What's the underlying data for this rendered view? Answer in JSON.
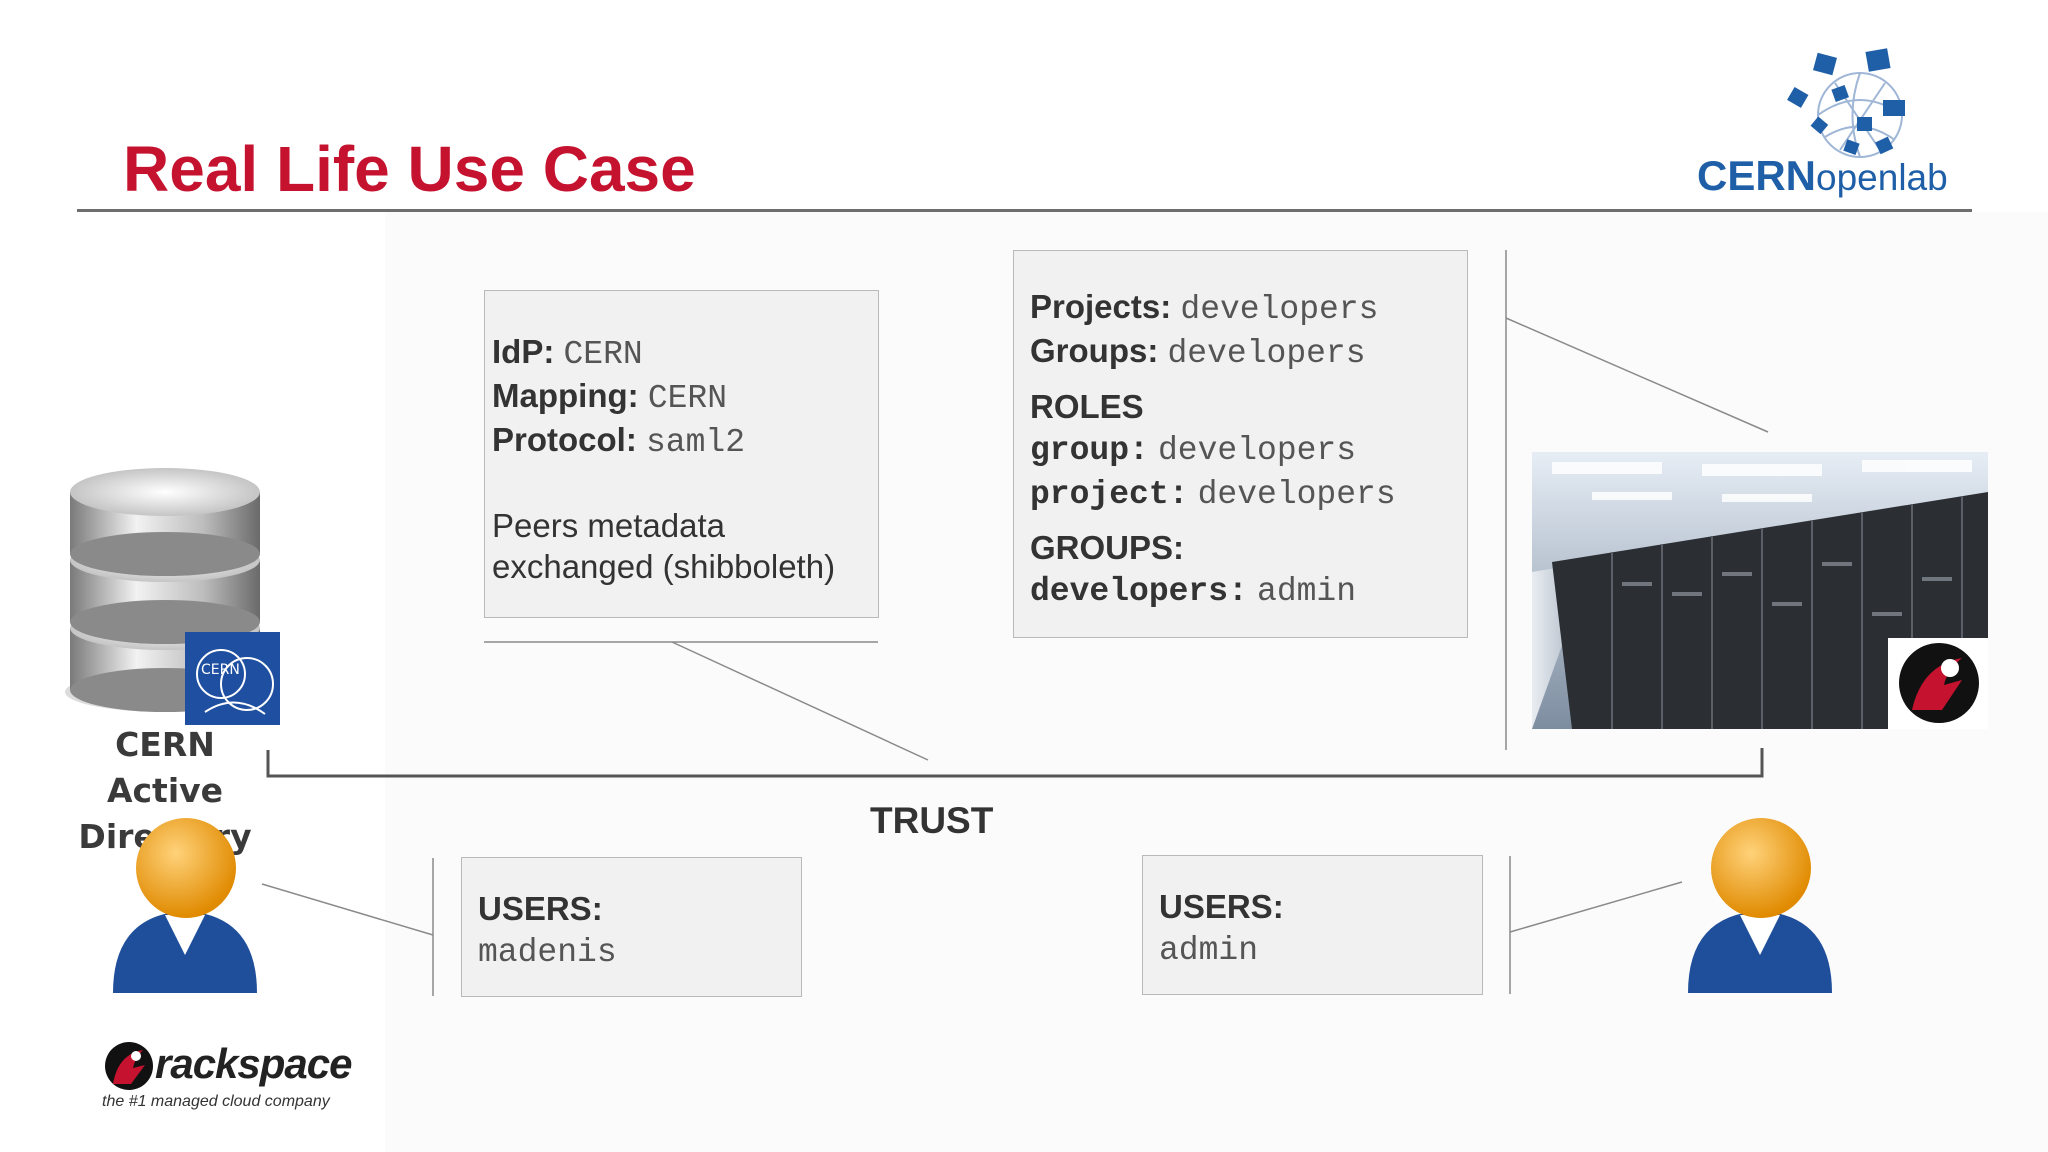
{
  "slide": {
    "title": "Real Life Use Case",
    "accent_color": "#c4122f",
    "brand_blue": "#1f5fa8"
  },
  "openlab_logo": {
    "brand": "CERN",
    "suffix": "openlab"
  },
  "idp_box": {
    "idp_label": "IdP:",
    "idp_value": "CERN",
    "mapping_label": "Mapping:",
    "mapping_value": "CERN",
    "protocol_label": "Protocol:",
    "protocol_value": "saml2",
    "note_line1": "Peers metadata",
    "note_line2": "exchanged (shibboleth)"
  },
  "sp_box": {
    "projects_label": "Projects:",
    "projects_value": "developers",
    "groups_label": "Groups:",
    "groups_value": "developers",
    "roles_heading": "ROLES",
    "group_key": "group:",
    "group_value": "developers",
    "project_key": "project:",
    "project_value": "developers",
    "groups_heading": "GROUPS:",
    "developers_key": "developers:",
    "developers_value": "admin"
  },
  "active_directory": {
    "label_line1": "CERN Active",
    "label_line2": "Directory",
    "badge_text": "CERN"
  },
  "trust_label": "TRUST",
  "left_users": {
    "label": "USERS:",
    "value": "madenis"
  },
  "right_users": {
    "label": "USERS:",
    "value": "admin"
  },
  "rackspace_logo": {
    "wordmark": "rackspace",
    "tagline": "the #1 managed cloud company"
  },
  "icons": [
    "database-icon",
    "user-icon",
    "datacenter-photo",
    "rackspace-icon",
    "cern-openlab-logo"
  ]
}
